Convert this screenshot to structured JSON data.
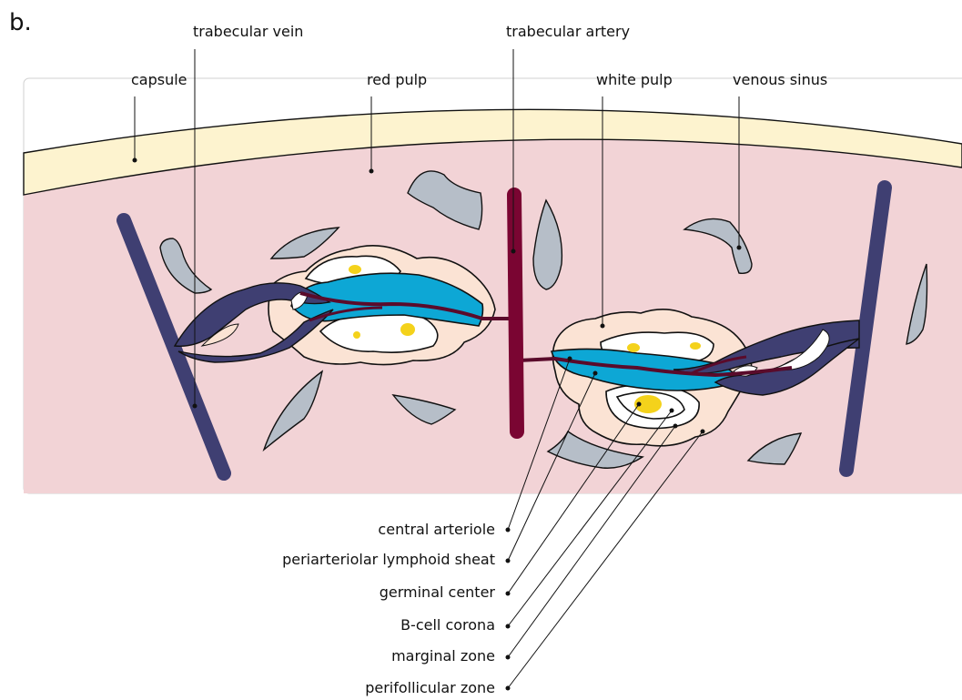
{
  "panel_label": "b.",
  "labels": {
    "trabecular_vein": "trabecular vein",
    "trabecular_artery": "trabecular artery",
    "capsule": "capsule",
    "red_pulp": "red pulp",
    "white_pulp": "white pulp",
    "venous_sinus": "venous sinus"
  },
  "legend": [
    "central arteriole",
    "periarteriolar lymphoid sheat",
    "germinal center",
    "B-cell corona",
    "marginal zone",
    "perifollicular zone"
  ],
  "colors": {
    "capsule": "#fdf3cf",
    "red_pulp": "#f2d3d6",
    "marginal_zone": "#fbe3d4",
    "pals": "#0da7d5",
    "germinal_center": "#f4d21b",
    "trabecular_vein": "#3f3f72",
    "trabecular_artery": "#7a0532",
    "venous_sinus": "#b6bec8"
  }
}
